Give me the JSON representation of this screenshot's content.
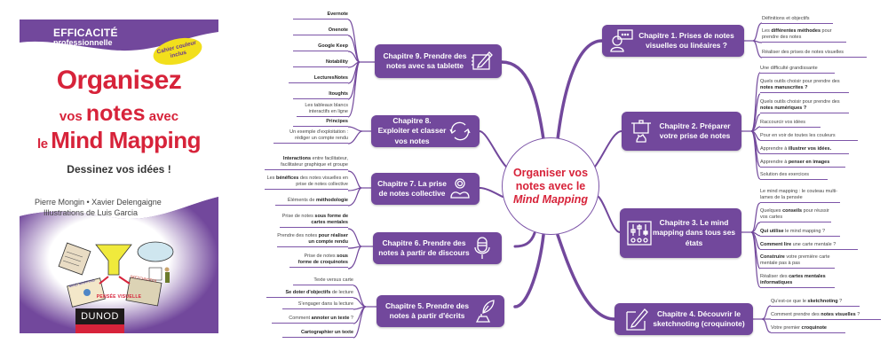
{
  "colors": {
    "purple": "#72489c",
    "line": "#7d55a8",
    "red": "#d7233a",
    "badge": "#f2df1c"
  },
  "cover": {
    "series_line1": "EFFICACITÉ",
    "series_line2": "professionnelle",
    "badge_line1": "Cahier couleur",
    "badge_line2": "inclus",
    "title_line1": "Organisez",
    "title_line2_pre": "vos ",
    "title_line2_bold": "notes",
    "title_line2_post": " avec",
    "title_line3_pre": "le ",
    "title_line3_bold": "Mind Mapping",
    "subtitle": "Dessinez vos idées !",
    "authors": "Pierre Mongin • Xavier Delengaigne",
    "illustrator": "Illustrations de Luis Garcia",
    "illustration_label1": "MIND MAPPING",
    "illustration_label2": "SKETCHNOTES",
    "illustration_label3": "PENSÉE VISUELLE",
    "publisher": "DUNOD"
  },
  "hub": {
    "line1": "Organiser vos",
    "line2": "notes avec le",
    "line3": "Mind Mapping"
  },
  "chapters": [
    {
      "id": 1,
      "title": "Chapitre 1. Prises de notes visuelles ou linéaires ?",
      "icon": "person-speech-icon",
      "leaves": [
        {
          "pre": "Définitions et objectifs",
          "bold": "",
          "post": ""
        },
        {
          "pre": "Les ",
          "bold": "différentes méthodes",
          "post": " pour prendre des notes"
        },
        {
          "pre": "Réaliser des prises de notes visuelles",
          "bold": "",
          "post": ""
        }
      ]
    },
    {
      "id": 2,
      "title": "Chapitre 2. Préparer votre prise de notes",
      "icon": "cooking-pot-icon",
      "leaves": [
        {
          "pre": "Une difficulté grandissante",
          "bold": "",
          "post": ""
        },
        {
          "pre": "Quels outils choisir pour prendre des ",
          "bold": "notes manuscrites ?",
          "post": ""
        },
        {
          "pre": "Quels outils choisir pour prendre des ",
          "bold": "notes numériques ?",
          "post": ""
        },
        {
          "pre": "Raccourcir vos idées",
          "bold": "",
          "post": ""
        },
        {
          "pre": "Pour en voir de toutes les couleurs",
          "bold": "",
          "post": ""
        },
        {
          "pre": "Apprendre à ",
          "bold": "illustrer vos idées.",
          "post": ""
        },
        {
          "pre": "Apprendre à ",
          "bold": "penser en images",
          "post": ""
        },
        {
          "pre": "Solution des exercices",
          "bold": "",
          "post": ""
        }
      ]
    },
    {
      "id": 3,
      "title": "Chapitre 3. Le mind mapping dans tous ses états",
      "icon": "sliders-icon",
      "leaves": [
        {
          "pre": "Le mind mapping : le couteau multi-lames de la pensée",
          "bold": "",
          "post": ""
        },
        {
          "pre": "Quelques ",
          "bold": "conseils",
          "post": " pour réussir vos cartes"
        },
        {
          "pre": "",
          "bold": "Qui utilise",
          "post": " le mind mapping ?"
        },
        {
          "pre": "",
          "bold": "Comment lire",
          "post": " une carte mentale ?"
        },
        {
          "pre": "",
          "bold": "Construire",
          "post": " votre première carte mentale pas à pas"
        },
        {
          "pre": "Réaliser des ",
          "bold": "cartes mentales informatiques",
          "post": ""
        }
      ]
    },
    {
      "id": 4,
      "title": "Chapitre 4. Découvrir le sketchnoting (croquinote)",
      "icon": "pencil-square-icon",
      "leaves": [
        {
          "pre": "Qu'est-ce que le ",
          "bold": "sketchnoting",
          "post": " ?"
        },
        {
          "pre": "Comment prendre des ",
          "bold": "notes visuelles",
          "post": " ?"
        },
        {
          "pre": "Votre premier ",
          "bold": "croquinote",
          "post": ""
        }
      ]
    },
    {
      "id": 5,
      "title": "Chapitre 5. Prendre des notes à partir d'écrits",
      "icon": "quill-inkwell-icon",
      "leaves": [
        {
          "pre": "Texte versus carte",
          "bold": "",
          "post": ""
        },
        {
          "pre": "",
          "bold": "Se doter d'objectifs",
          "post": " de lecture"
        },
        {
          "pre": "S'engager dans la lecture",
          "bold": "",
          "post": ""
        },
        {
          "pre": "Comment ",
          "bold": "annoter un texte",
          "post": " ?"
        },
        {
          "pre": "",
          "bold": "Cartographier un texte",
          "post": ""
        }
      ]
    },
    {
      "id": 6,
      "title": "Chapitre 6. Prendre des notes à partir de discours",
      "icon": "microphone-icon",
      "leaves": [
        {
          "pre": "Prise de notes ",
          "bold": "sous forme de cartes mentales",
          "post": ""
        },
        {
          "pre": "Prendre des notes ",
          "bold": "pour réaliser un compte rendu",
          "post": ""
        },
        {
          "pre": "Prise de notes ",
          "bold": "sous forme de croquinotes",
          "post": ""
        }
      ]
    },
    {
      "id": 7,
      "title": "Chapitre 7. La prise de notes collective",
      "icon": "group-person-icon",
      "leaves": [
        {
          "pre": "",
          "bold": "Interactions",
          "post": " entre facilitateur, facilitateur graphique et groupe"
        },
        {
          "pre": "Les ",
          "bold": "bénéfices",
          "post": " des notes visuelles en prise de notes collective"
        },
        {
          "pre": "Éléments de ",
          "bold": "méthodologie",
          "post": ""
        }
      ]
    },
    {
      "id": 8,
      "title": "Chapitre 8. Exploiter et classer vos notes",
      "icon": "refresh-arrows-icon",
      "leaves": [
        {
          "pre": "",
          "bold": "Principes",
          "post": ""
        },
        {
          "pre": "Un exemple d'exploitation : rédiger un compte rendu",
          "bold": "",
          "post": ""
        }
      ]
    },
    {
      "id": 9,
      "title": "Chapitre 9. Prendre des notes avec sa tablette",
      "icon": "tablet-stylus-icon",
      "leaves": [
        {
          "pre": "",
          "bold": "Evernote",
          "post": ""
        },
        {
          "pre": "",
          "bold": "Onenote",
          "post": ""
        },
        {
          "pre": "",
          "bold": "Google Keep",
          "post": ""
        },
        {
          "pre": "",
          "bold": "Notability",
          "post": ""
        },
        {
          "pre": "",
          "bold": "LecturesNotes",
          "post": ""
        },
        {
          "pre": "",
          "bold": "Itoughts",
          "post": ""
        },
        {
          "pre": "Les tableaux blancs interactifs en ligne",
          "bold": "",
          "post": ""
        }
      ]
    }
  ]
}
